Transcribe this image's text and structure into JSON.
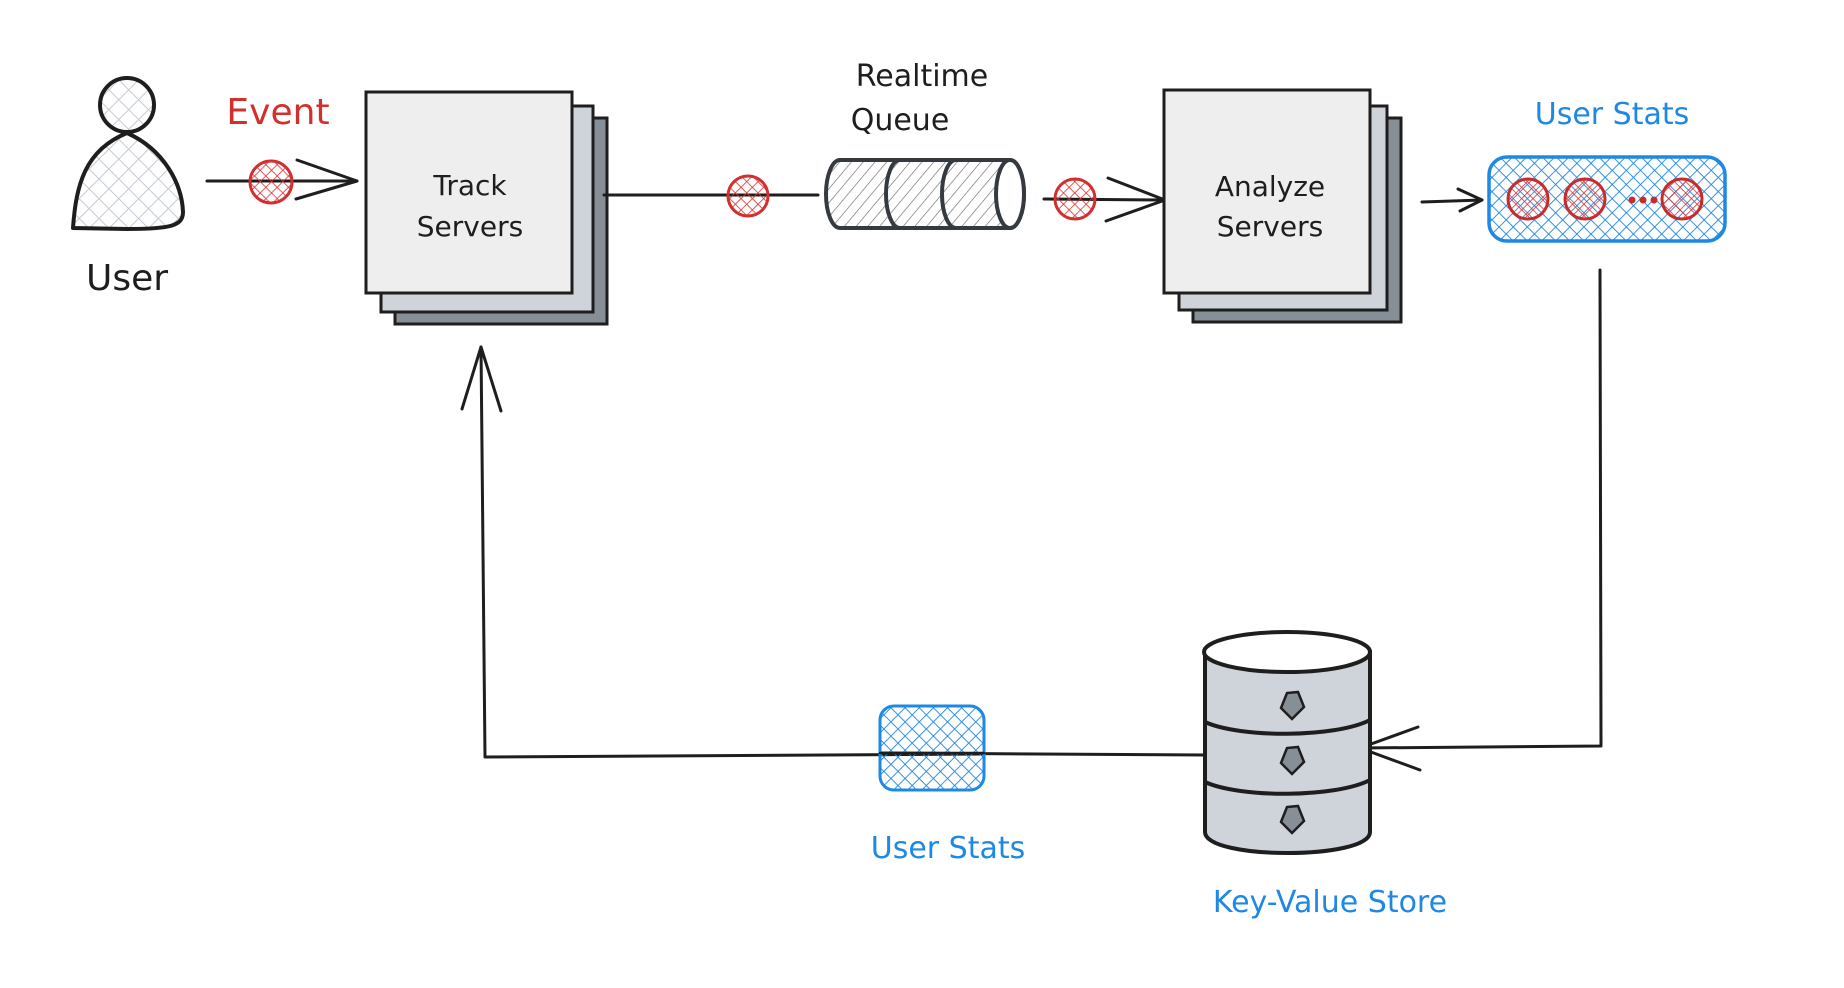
{
  "diagram": {
    "title": "",
    "nodes": {
      "user": {
        "label": "User"
      },
      "event": {
        "label": "Event"
      },
      "track_servers": {
        "line1": "Track",
        "line2": "Servers"
      },
      "queue": {
        "line1": "Realtime",
        "line2": "Queue"
      },
      "analyze_servers": {
        "line1": "Analyze",
        "line2": "Servers"
      },
      "user_stats_top": {
        "label": "User Stats",
        "ellipsis": "..."
      },
      "kv_store": {
        "label": "Key-Value Store"
      },
      "user_stats_bottom": {
        "label": "User Stats"
      }
    },
    "edges": [
      {
        "from": "user",
        "to": "track_servers",
        "payload": "event"
      },
      {
        "from": "track_servers",
        "to": "queue",
        "payload": "event"
      },
      {
        "from": "queue",
        "to": "analyze_servers",
        "payload": "event"
      },
      {
        "from": "analyze_servers",
        "to": "user_stats_top"
      },
      {
        "from": "user_stats_top",
        "to": "kv_store"
      },
      {
        "from": "kv_store",
        "to": "track_servers",
        "payload": "user_stats"
      }
    ],
    "colors": {
      "event_red": "#d32f2f",
      "stats_blue": "#1e88e5",
      "ink": "#1e1e1e",
      "box_fill": "#eeeeee",
      "box_layer2": "#ced4da",
      "box_layer3": "#868e96",
      "hatch_gray": "#ced4da"
    }
  }
}
